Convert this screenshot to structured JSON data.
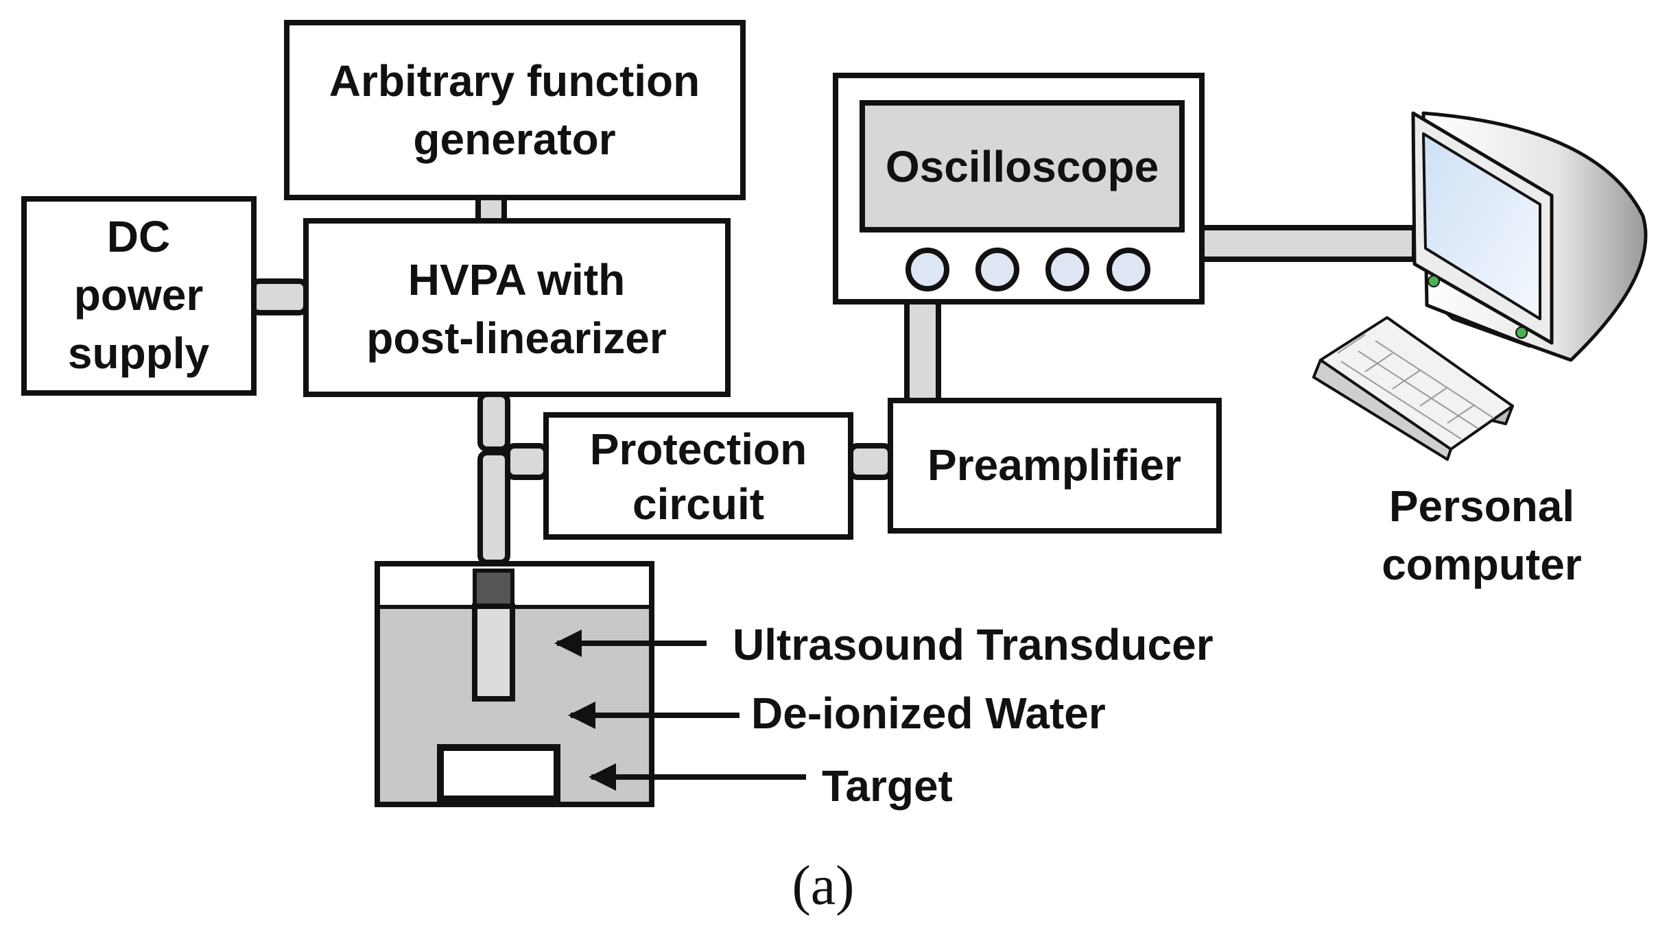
{
  "blocks": {
    "afg": [
      "Arbitrary function",
      "generator"
    ],
    "dc": [
      "DC",
      "power",
      "supply"
    ],
    "hvpa": [
      "HVPA with",
      "post-linearizer"
    ],
    "oscilloscope": "Oscilloscope",
    "protection": [
      "Protection",
      "circuit"
    ],
    "preamp": "Preamplifier",
    "pc": [
      "Personal",
      "computer"
    ]
  },
  "annotations": {
    "transducer": "Ultrasound Transducer",
    "water": "De-ionized Water",
    "target": "Target"
  },
  "caption": "(a)",
  "colors": {
    "stroke": "#111111",
    "water": "#c8c8c8",
    "connector": "#d9d9d9",
    "screen": "#d7d7d7",
    "knob": "#dde6f2",
    "led": "#4caf50"
  }
}
